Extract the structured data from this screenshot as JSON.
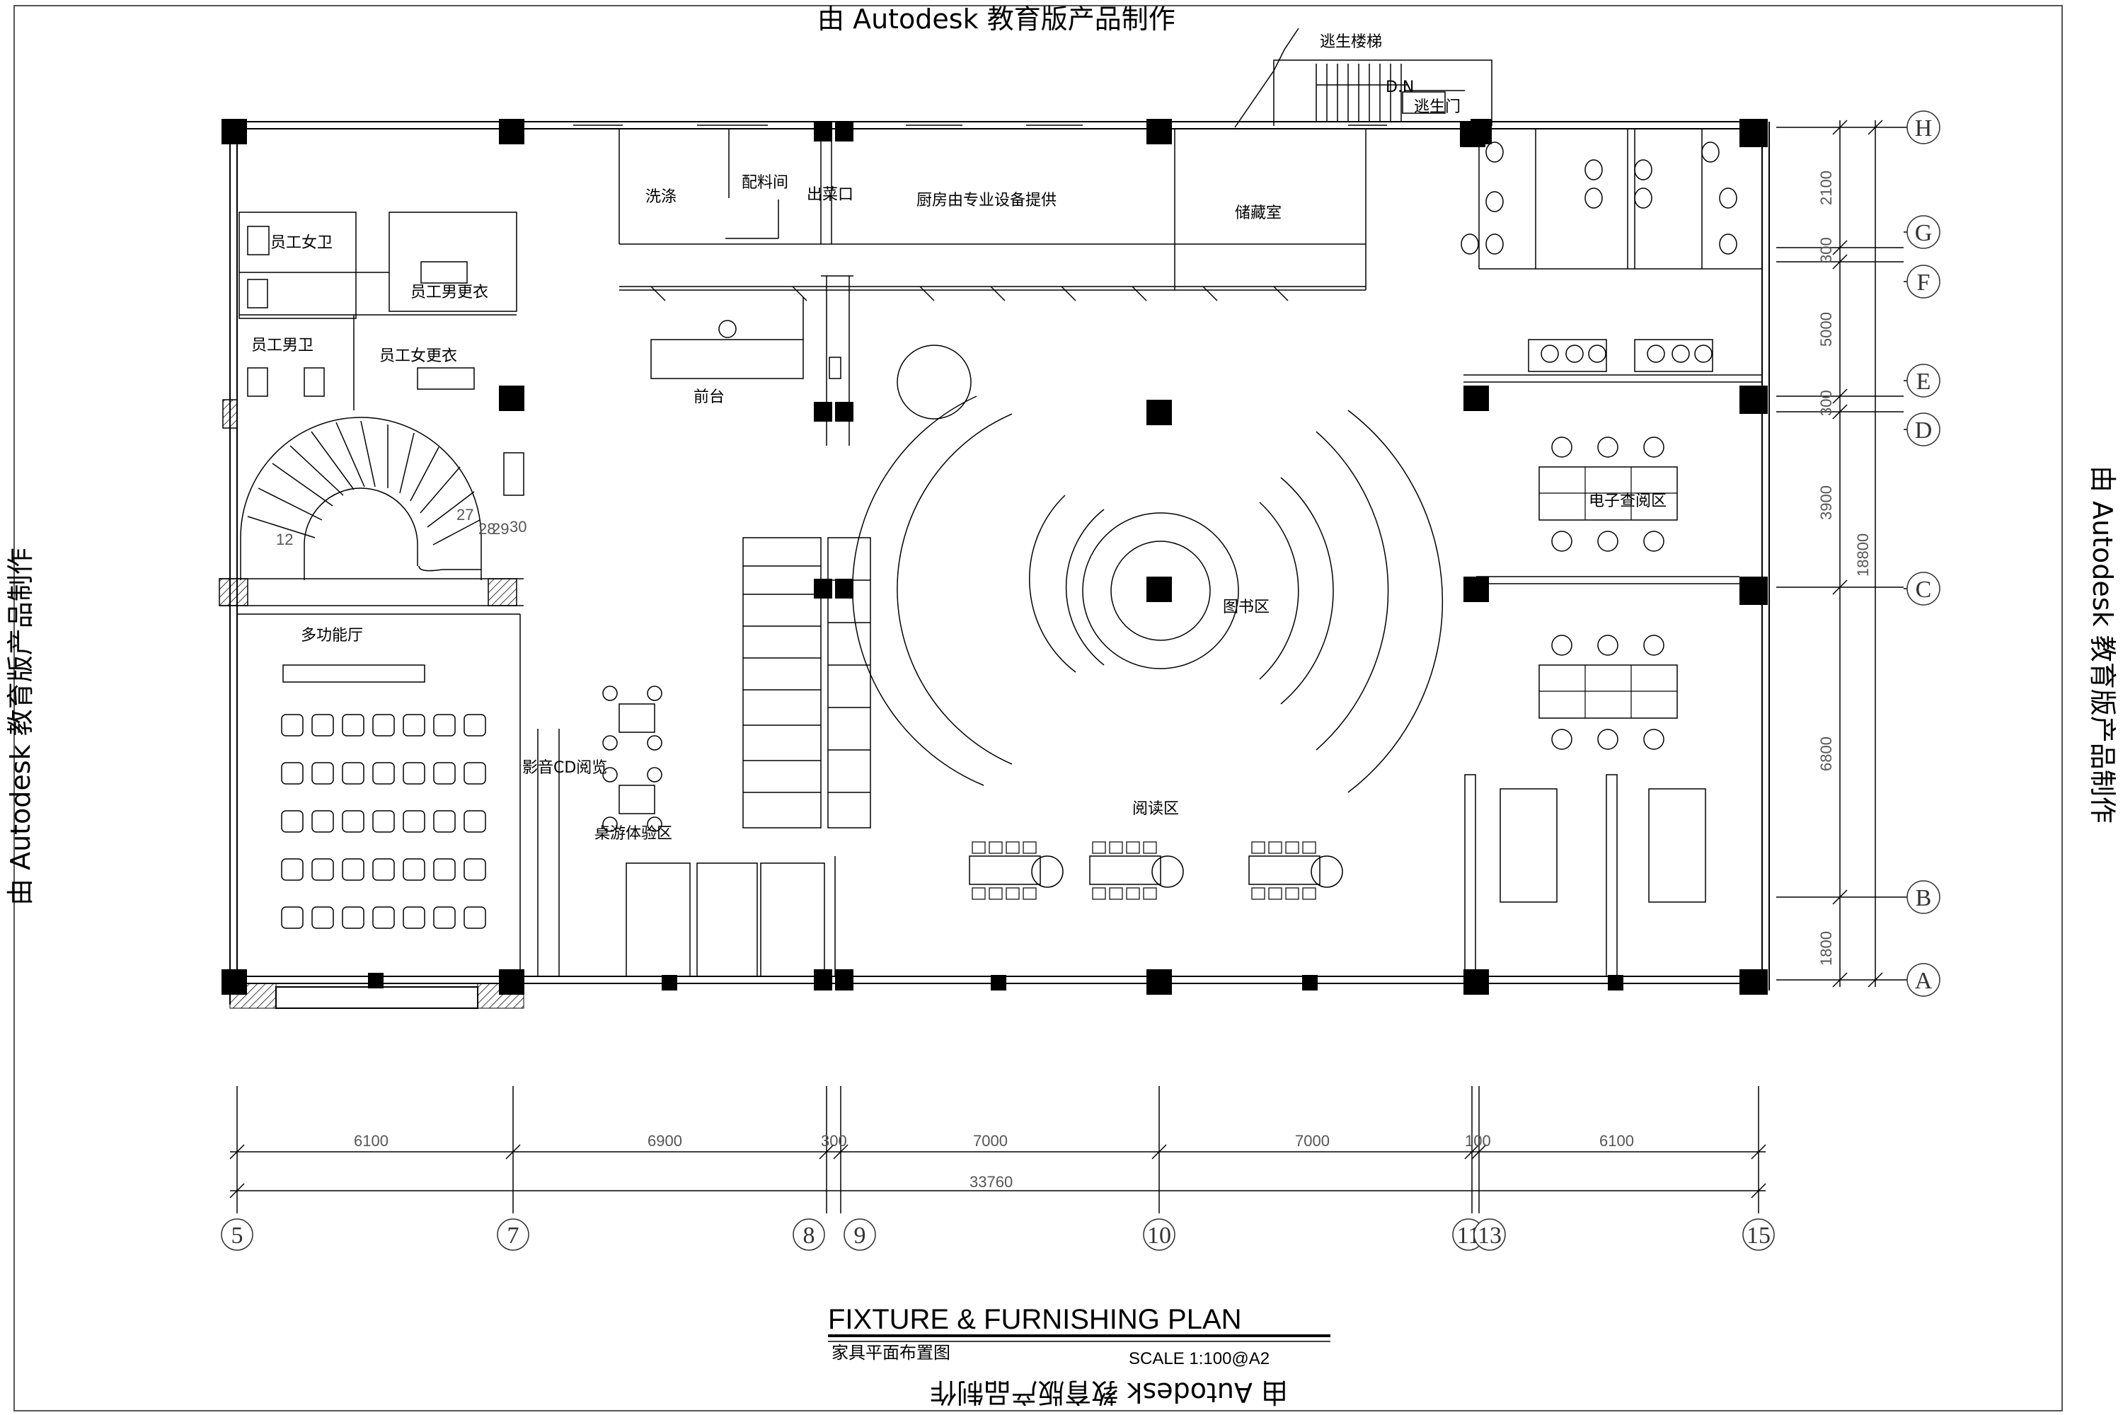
{
  "watermark": {
    "top": "由 Autodesk 教育版产品制作",
    "bottom": "由 Autodesk 教育版产品制作",
    "left": "由 Autodesk 教育版产品制作",
    "right": "由 Autodesk 教育版产品制作"
  },
  "rooms": {
    "escape_stairs": "逃生楼梯",
    "escape_door": "逃生门",
    "dn": "D.N",
    "washing": "洗涤",
    "prep_room": "配料间",
    "serving": "出菜口",
    "kitchen": "厨房由专业设备提供",
    "storage": "储藏室",
    "staff_female_wc": "员工女卫",
    "staff_male_change": "员工男更衣",
    "staff_male_wc": "员工男卫",
    "staff_female_change": "员工女更衣",
    "front_desk": "前台",
    "multi_hall": "多功能厅",
    "av_reading": "影音CD阅览",
    "board_game": "桌游体验区",
    "library": "图书区",
    "reading": "阅读区",
    "e_reading": "电子查阅区"
  },
  "stair_steps": [
    "12",
    "27",
    "28",
    "29",
    "30"
  ],
  "dimensions": {
    "horizontal": [
      "6100",
      "6900",
      "300",
      "7000",
      "7000",
      "100",
      "6100"
    ],
    "total_horizontal": "33760",
    "vertical": [
      "2100",
      "300",
      "5000",
      "300",
      "3900",
      "6800",
      "1800"
    ],
    "total_vertical": "18800"
  },
  "grid_columns": [
    "5",
    "7",
    "8",
    "9",
    "10",
    "11",
    "13",
    "15"
  ],
  "grid_rows": [
    "H",
    "G",
    "F",
    "E",
    "D",
    "C",
    "B",
    "A"
  ],
  "title_block": {
    "title": "FIXTURE & FURNISHING PLAN",
    "subtitle": "家具平面布置图",
    "scale": "SCALE  1:100@A2"
  }
}
